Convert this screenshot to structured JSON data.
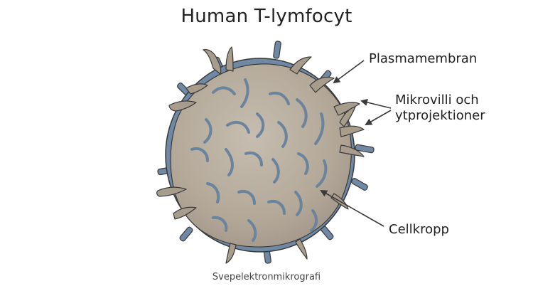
{
  "title": "Human T-lymfocyt",
  "caption": "Svepelektronmikrografi",
  "labels": {
    "membrane": "Plasmamembran",
    "microvilli_line1": "Mikrovilli och",
    "microvilli_line2": "ytprojektioner",
    "cell_body": "Cellkropp"
  },
  "colors": {
    "membrane": "#6f88a3",
    "cytoplasm": "#b5ab9c",
    "projection": "#a89c8c",
    "groove": "#6a849e",
    "outline": "#3a3a3a"
  }
}
